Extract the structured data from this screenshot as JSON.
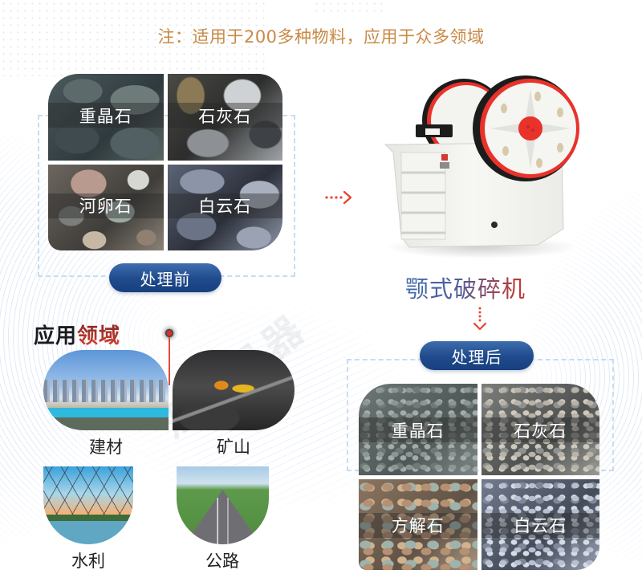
{
  "note": "注：适用于200多种物料，应用于众多领域",
  "before": {
    "label": "处理前",
    "materials": [
      {
        "name": "重晶石",
        "texture": "s-barite"
      },
      {
        "name": "石灰石",
        "texture": "s-limestone"
      },
      {
        "name": "河卵石",
        "texture": "s-pebble"
      },
      {
        "name": "白云石",
        "texture": "s-dolomite"
      }
    ]
  },
  "machine": {
    "title": "颚式破碎机",
    "accent_red": "#e0362b",
    "body_color": "#f2f2ef"
  },
  "after": {
    "label": "处理后",
    "materials": [
      {
        "name": "重晶石",
        "texture": "g-barite"
      },
      {
        "name": "石灰石",
        "texture": "g-limestone"
      },
      {
        "name": "方解石",
        "texture": "g-calcite"
      },
      {
        "name": "白云石",
        "texture": "g-dolomite"
      }
    ]
  },
  "applications": {
    "heading_dark": "应用",
    "heading_red": "领域",
    "fields": [
      {
        "name": "建材",
        "image": "city-skyline"
      },
      {
        "name": "矿山",
        "image": "coal-mine"
      },
      {
        "name": "水利",
        "image": "power-towers-water"
      },
      {
        "name": "公路",
        "image": "highway"
      }
    ]
  },
  "icons": {
    "arrow_right": "dotted-arrow-right-icon",
    "arrow_down": "dotted-arrow-down-icon",
    "pin": "location-pin-icon"
  },
  "colors": {
    "note_text": "#c88a45",
    "pill_blue": "#1f4a8c",
    "arrow_red": "#e8452f",
    "dash_border": "#c8dcf3",
    "heading_red": "#c0392b"
  }
}
